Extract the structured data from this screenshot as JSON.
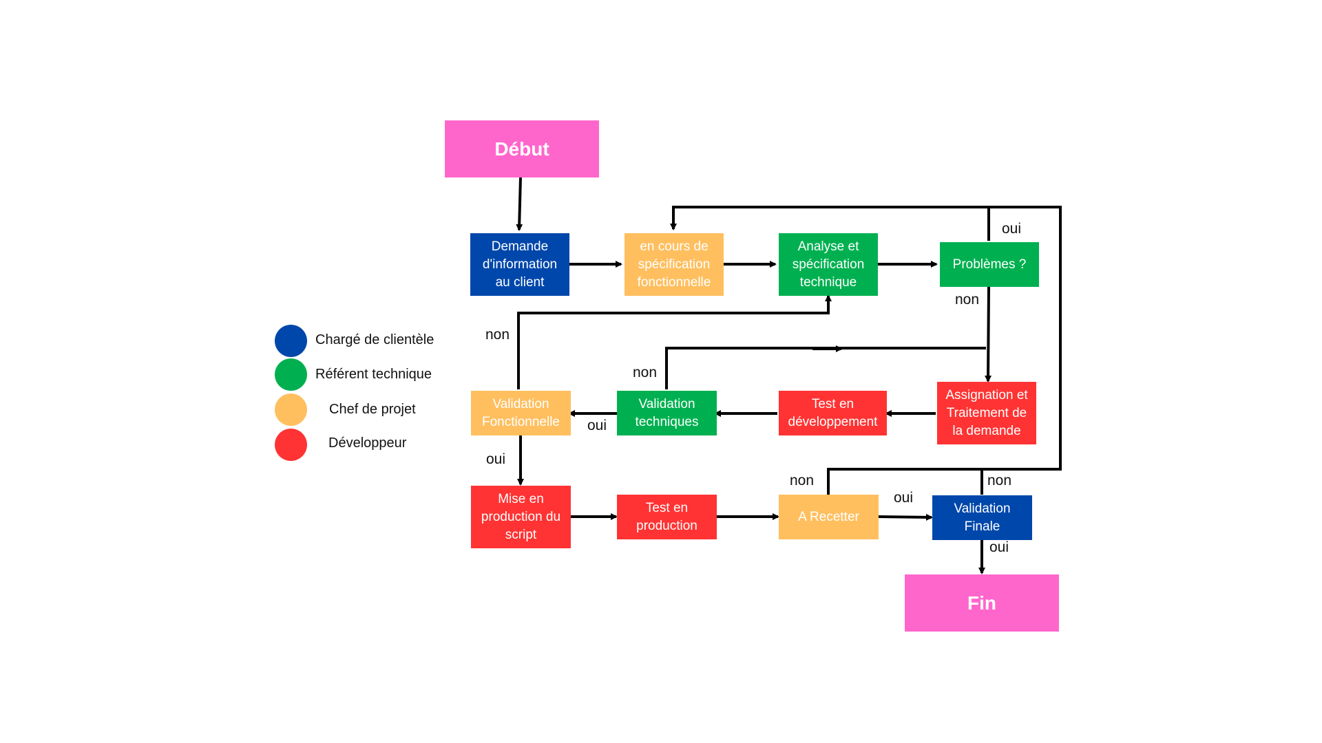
{
  "colors": {
    "client": "#0047AB",
    "referent": "#00B050",
    "chef": "#FFBF5F",
    "dev": "#FF3333",
    "terminal": "#FF66CC",
    "line": "#000000"
  },
  "legend": [
    {
      "label": "Chargé de clientèle",
      "color": "#0047AB"
    },
    {
      "label": "Référent technique",
      "color": "#00B050"
    },
    {
      "label": "Chef de projet",
      "color": "#FFBF5F"
    },
    {
      "label": "Développeur",
      "color": "#FF3333"
    }
  ],
  "nodes": {
    "debut": "Début",
    "demande": "Demande\nd'information\nau client",
    "specfonc": "en cours de\nspécification\nfonctionnelle",
    "analyse": "Analyse et\nspécification\ntechnique",
    "problemes": "Problèmes ?",
    "assignation": "Assignation et\nTraitement de\nla demande",
    "testdev": "Test en\ndéveloppement",
    "valtech": "Validation\ntechniques",
    "valfonc": "Validation\nFonctionnelle",
    "mep": "Mise en\nproduction du\nscript",
    "testprod": "Test en\nproduction",
    "recetter": "A Recetter",
    "valfinale": "Validation\nFinale",
    "fin": "Fin"
  },
  "edge_labels": {
    "problemes_oui": "oui",
    "problemes_non": "non",
    "valfonc_non": "non",
    "valtech_non": "non",
    "valtech_oui": "oui",
    "valfonc_oui": "oui",
    "recetter_non": "non",
    "recetter_oui": "oui",
    "valfinale_non": "non",
    "valfinale_oui": "oui"
  }
}
